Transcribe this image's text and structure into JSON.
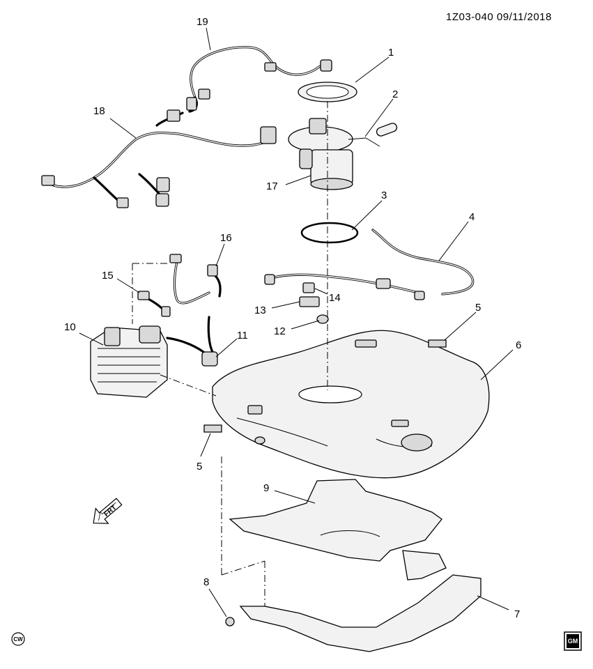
{
  "header": {
    "drawing_id": "1Z03-040",
    "date": "09/11/2018"
  },
  "direction_indicator": {
    "label": "FRT"
  },
  "corner_marks": {
    "cw_label": "CW",
    "logo_text": "GM"
  },
  "callouts": [
    {
      "id": "c1",
      "label": "1"
    },
    {
      "id": "c2",
      "label": "2"
    },
    {
      "id": "c3",
      "label": "3"
    },
    {
      "id": "c4",
      "label": "4"
    },
    {
      "id": "c5a",
      "label": "5"
    },
    {
      "id": "c5b",
      "label": "5"
    },
    {
      "id": "c6",
      "label": "6"
    },
    {
      "id": "c7",
      "label": "7"
    },
    {
      "id": "c8",
      "label": "8"
    },
    {
      "id": "c9",
      "label": "9"
    },
    {
      "id": "c10",
      "label": "10"
    },
    {
      "id": "c11",
      "label": "11"
    },
    {
      "id": "c12",
      "label": "12"
    },
    {
      "id": "c13",
      "label": "13"
    },
    {
      "id": "c14",
      "label": "14"
    },
    {
      "id": "c15",
      "label": "15"
    },
    {
      "id": "c16",
      "label": "16"
    },
    {
      "id": "c17",
      "label": "17"
    },
    {
      "id": "c18",
      "label": "18"
    },
    {
      "id": "c19",
      "label": "19"
    }
  ]
}
